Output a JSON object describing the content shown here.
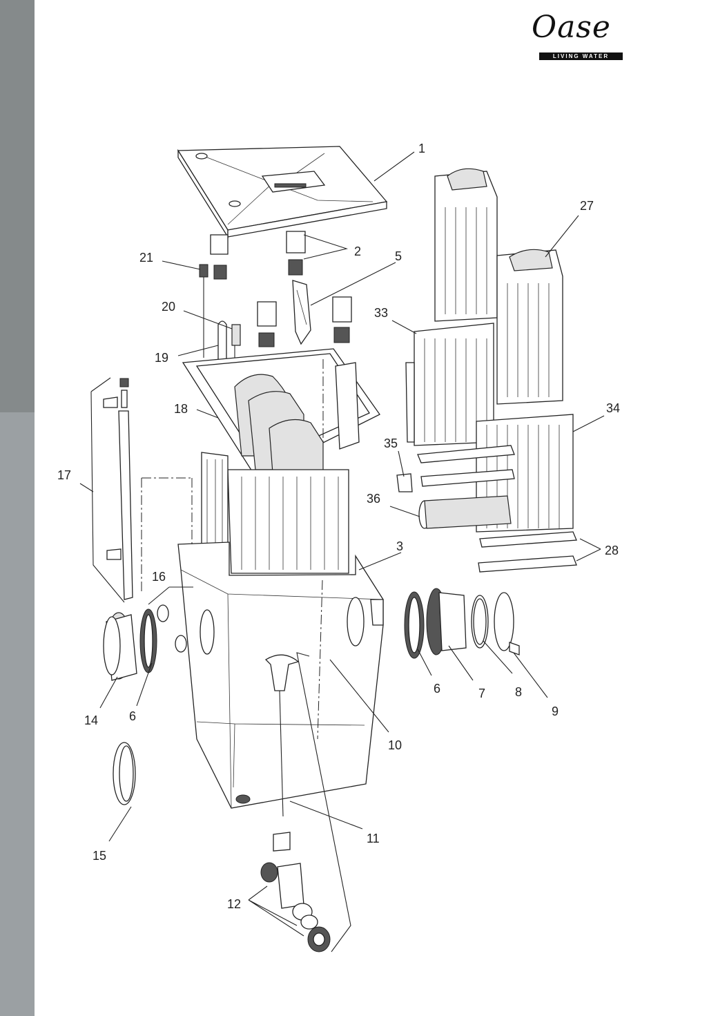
{
  "logo": {
    "wordmark": "Oase",
    "tagline": "LIVING WATER"
  },
  "colors": {
    "sidebar_top": "#858a8b",
    "sidebar_bottom": "#9ba0a3",
    "line": "#222222"
  },
  "callouts": [
    {
      "n": "1"
    },
    {
      "n": "2"
    },
    {
      "n": "3"
    },
    {
      "n": "5"
    },
    {
      "n": "6"
    },
    {
      "n": "6"
    },
    {
      "n": "7"
    },
    {
      "n": "8"
    },
    {
      "n": "9"
    },
    {
      "n": "10"
    },
    {
      "n": "11"
    },
    {
      "n": "12"
    },
    {
      "n": "14"
    },
    {
      "n": "15"
    },
    {
      "n": "16"
    },
    {
      "n": "17"
    },
    {
      "n": "18"
    },
    {
      "n": "19"
    },
    {
      "n": "20"
    },
    {
      "n": "21"
    },
    {
      "n": "27"
    },
    {
      "n": "28"
    },
    {
      "n": "33"
    },
    {
      "n": "34"
    },
    {
      "n": "35"
    },
    {
      "n": "36"
    }
  ]
}
